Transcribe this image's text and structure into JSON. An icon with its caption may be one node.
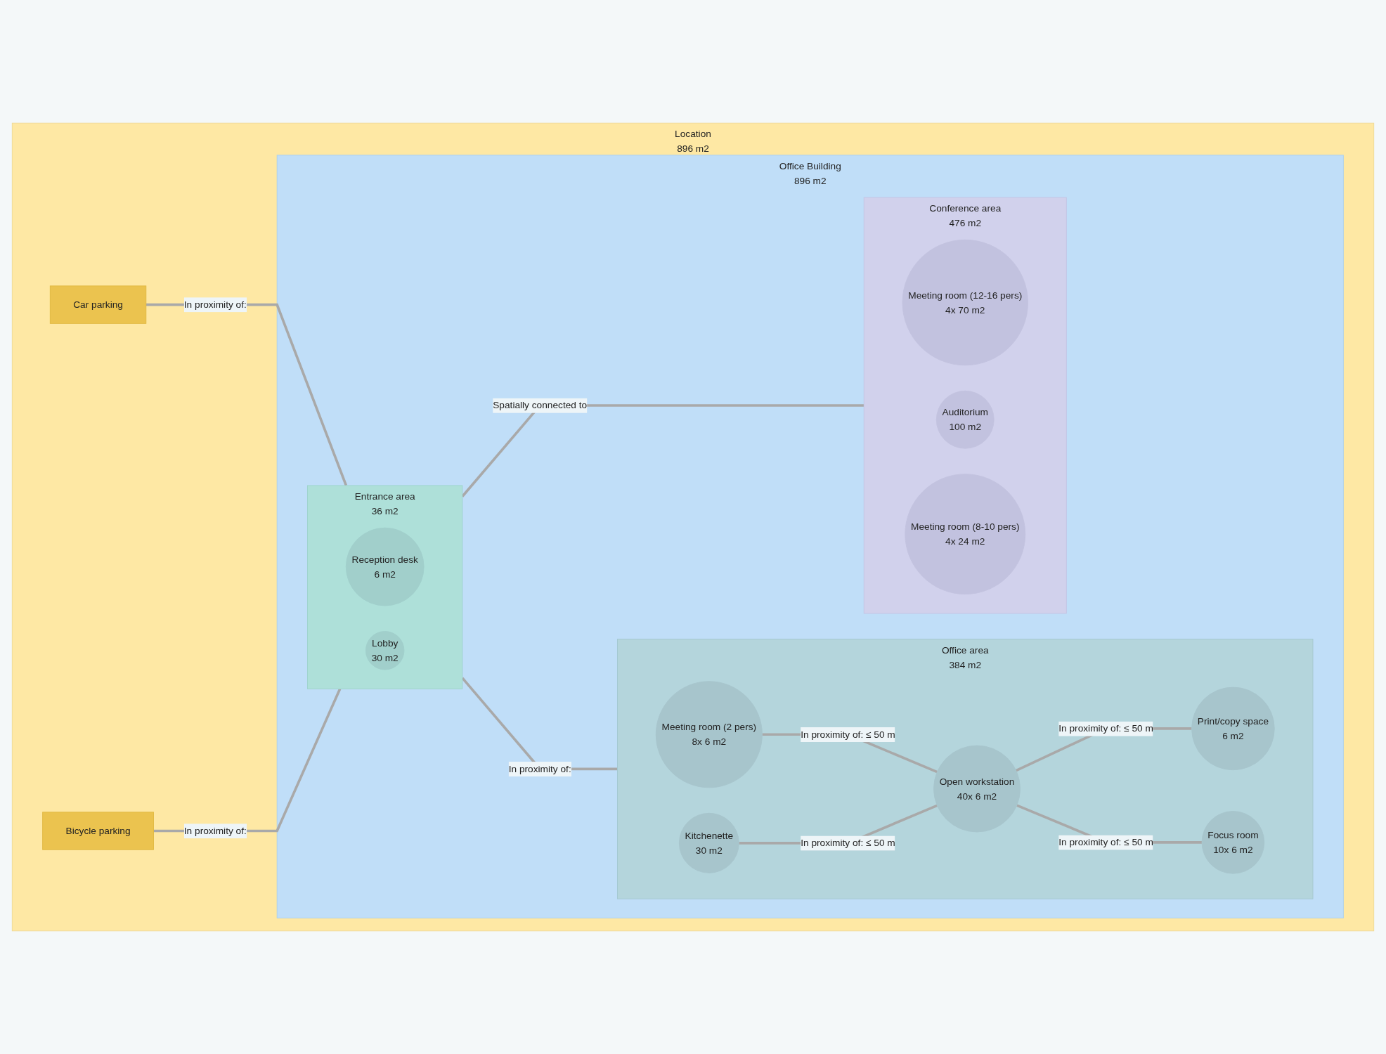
{
  "diagram": {
    "nodes": [
      {
        "text": [
          "Location",
          "896 m2"
        ]
      },
      {
        "text": [
          "Car parking"
        ],
        "in": 0
      },
      {
        "text": [
          "Bicycle parking"
        ],
        "in": 0
      },
      {
        "text": [
          "Office Building",
          "896 m2"
        ],
        "in": 0
      },
      {
        "text": [
          "Entrance area",
          "36 m2"
        ],
        "in": 3
      },
      {
        "text": [
          "Reception desk",
          "6 m2"
        ],
        "in": 4
      },
      {
        "text": [
          "Lobby",
          "30 m2"
        ],
        "in": 4
      },
      {
        "text": [
          "Office area",
          "384 m2"
        ],
        "in": 3
      },
      {
        "text": [
          "Meeting room (2 pers)",
          "8x 6 m2"
        ],
        "in": 7
      },
      {
        "text": [
          "Kitchenette",
          "30 m2"
        ],
        "in": 7
      },
      {
        "text": [
          "Print/copy space",
          "6 m2"
        ],
        "in": 7
      },
      {
        "text": [
          "Open workstation",
          "40x 6 m2"
        ],
        "in": 7
      },
      {
        "text": [
          "Focus room",
          "10x 6 m2"
        ],
        "in": 7
      },
      {
        "text": [
          "Conference area",
          "476 m2"
        ],
        "in": 3
      },
      {
        "text": [
          "Meeting room (12-16 pers)",
          "4x 70 m2"
        ],
        "in": 13
      },
      {
        "text": [
          "Auditorium",
          "100 m2"
        ],
        "in": 13
      },
      {
        "text": [
          "Meeting room (8-10 pers)",
          "4x 24 m2"
        ],
        "in": 13
      }
    ],
    "edges": [
      {
        "from": 1,
        "to": 4,
        "arrow": "none",
        "label": "In proximity of:"
      },
      {
        "from": 2,
        "to": 4,
        "arrow": "none",
        "label": "In proximity of:"
      },
      {
        "from": 4,
        "to": 7,
        "arrow": "none",
        "label": "In proximity of:"
      },
      {
        "from": 4,
        "to": 13,
        "arrow": "none",
        "label": "Spatially connected to"
      },
      {
        "from": 8,
        "to": 11,
        "arrow": "none",
        "label": "In proximity of: ≤ 50 m"
      },
      {
        "from": 9,
        "to": 11,
        "arrow": "none",
        "label": "In proximity of: ≤ 50 m"
      },
      {
        "from": 11,
        "to": 10,
        "arrow": "none",
        "label": "In proximity of: ≤ 50 m"
      },
      {
        "from": 11,
        "to": 12,
        "arrow": "none",
        "label": "In proximity of: ≤ 50 m"
      }
    ]
  }
}
